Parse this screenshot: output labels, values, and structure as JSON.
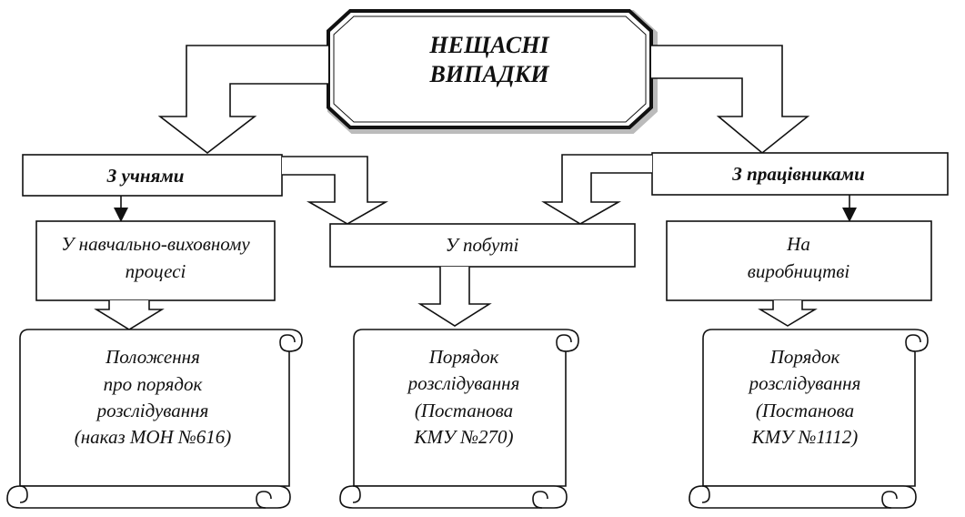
{
  "title": {
    "line1": "НЕЩАСНІ",
    "line2": "ВИПАДКИ"
  },
  "categories": {
    "students": "З учнями",
    "workers": "З працівниками"
  },
  "subcategories": {
    "educational": {
      "line1": "У навчально-виховному",
      "line2": "процесі"
    },
    "household": "У побуті",
    "production": {
      "line1": "На",
      "line2": "виробництві"
    }
  },
  "documents": {
    "left": [
      "Положення",
      "про порядок",
      "розслідування",
      "(наказ МОН №616)"
    ],
    "middle": [
      "Порядок",
      "розслідування",
      "(Постанова",
      "КМУ №270)"
    ],
    "right": [
      "Порядок",
      "розслідування",
      "(Постанова",
      "КМУ №1112)"
    ]
  }
}
